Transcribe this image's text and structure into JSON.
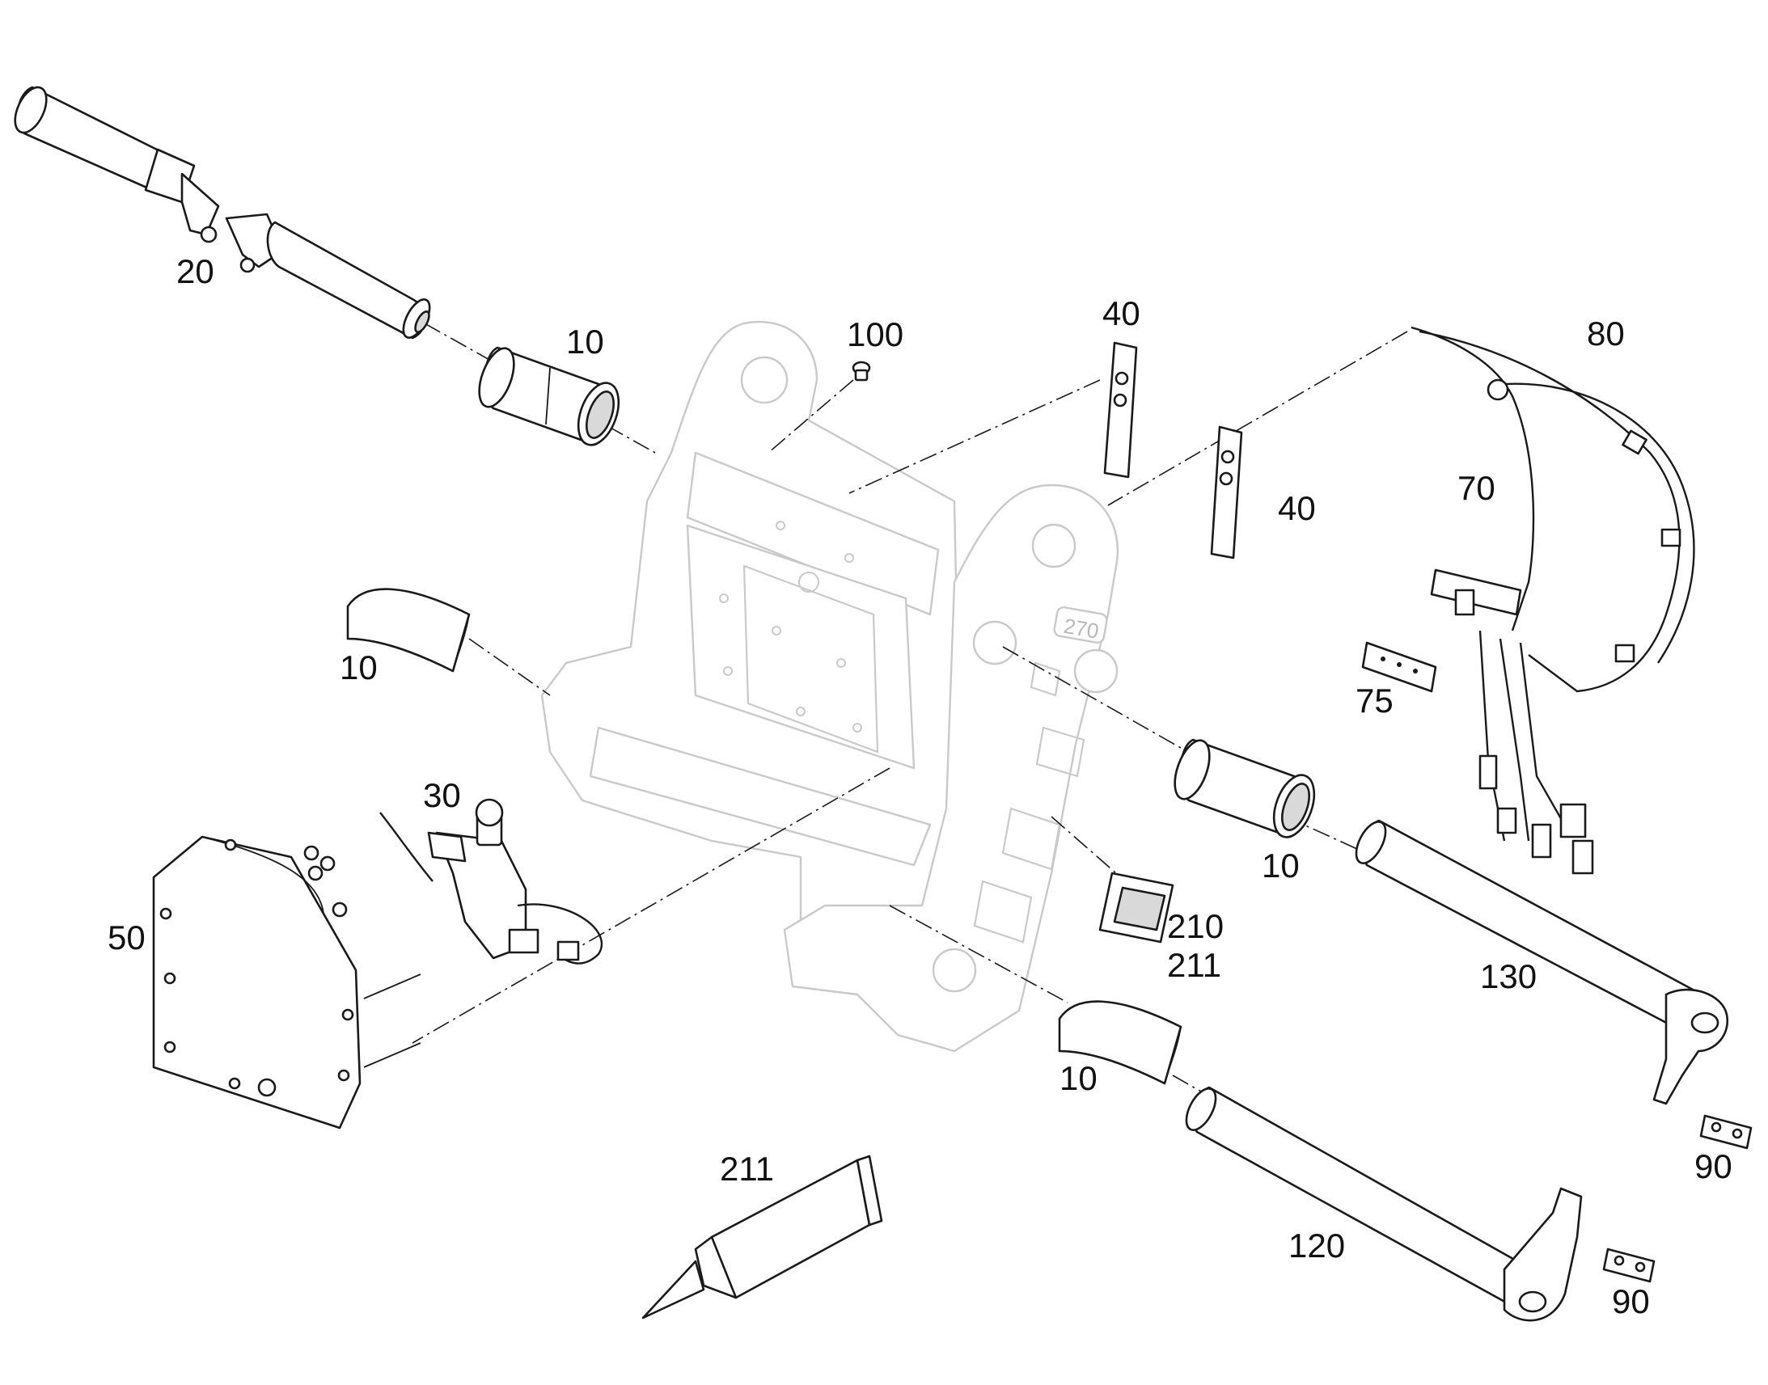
{
  "callouts": {
    "c20": "20",
    "c10_a": "10",
    "c100": "100",
    "c40_a": "40",
    "c40_b": "40",
    "c80": "80",
    "c70": "70",
    "c10_b": "10",
    "c75": "75",
    "c30": "30",
    "c10_c": "10",
    "c50": "50",
    "c210": "210",
    "c211_a": "211",
    "c130": "130",
    "c10_d": "10",
    "c90_a": "90",
    "c211_b": "211",
    "c120": "120",
    "c90_b": "90"
  },
  "frame_marking": "270",
  "colors": {
    "line": "#1a1a1a",
    "frame": "#c9c9c9",
    "background": "#ffffff"
  }
}
